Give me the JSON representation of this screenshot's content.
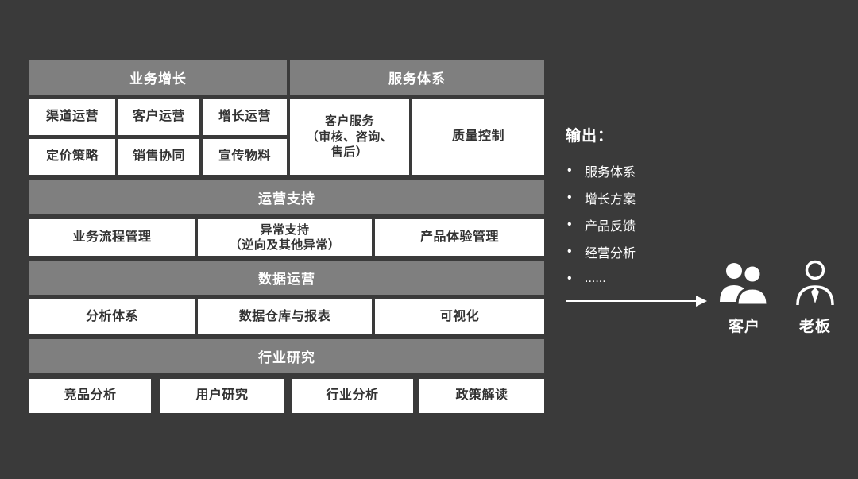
{
  "colors": {
    "background": "#3a3a3a",
    "header_bg": "#7f7f7f",
    "header_text": "#ffffff",
    "box_bg": "#ffffff",
    "box_text": "#333333",
    "output_text": "#ffffff"
  },
  "grid": {
    "headers": {
      "growth": "业务增长",
      "service": "服务体系"
    },
    "growth_cells": [
      "渠道运营",
      "客户运营",
      "增长运营",
      "定价策略",
      "销售协同",
      "宣传物料"
    ],
    "service_cells": [
      "客户服务\n（审核、咨询、\n售后）",
      "质量控制"
    ],
    "ops_header": "运营支持",
    "ops_cells": [
      "业务流程管理",
      "异常支持\n（逆向及其他异常）",
      "产品体验管理"
    ],
    "data_header": "数据运营",
    "data_cells": [
      "分析体系",
      "数据仓库与报表",
      "可视化"
    ],
    "research_header": "行业研究",
    "research_cells": [
      "竞品分析",
      "用户研究",
      "行业分析",
      "政策解读"
    ]
  },
  "output": {
    "title": "输出：",
    "bullet": "•",
    "items": [
      "服务体系",
      "增长方案",
      "产品反馈",
      "经营分析",
      "......"
    ],
    "audiences": [
      {
        "label": "客户",
        "icon": "customers-group-icon"
      },
      {
        "label": "老板",
        "icon": "boss-icon"
      }
    ]
  }
}
